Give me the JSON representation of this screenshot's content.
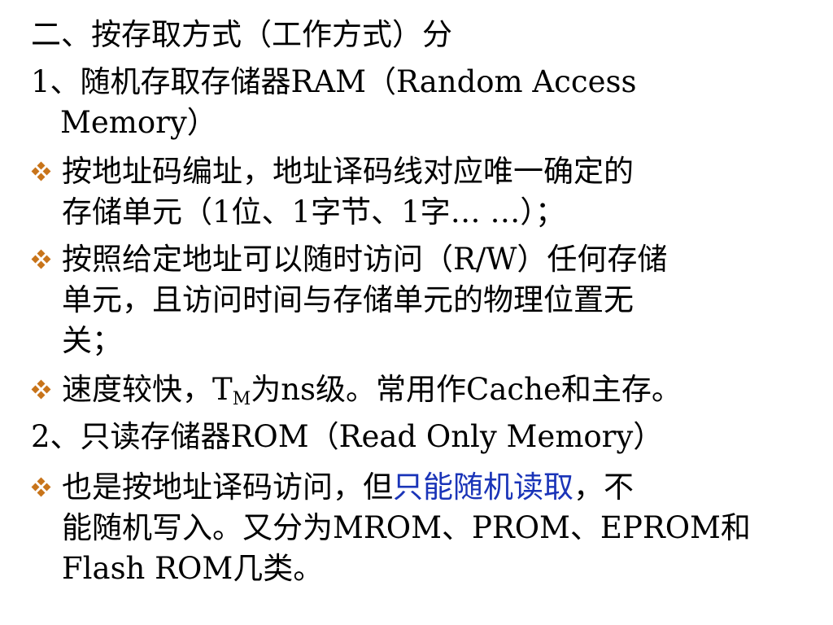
{
  "slide": {
    "heading": "二、按存取方式（工作方式）分",
    "section1": {
      "title_line1": "1、随机存取存储器RAM（Random Access",
      "title_line2": "Memory）",
      "bullets": [
        {
          "lines": [
            "按地址码编址，地址译码线对应唯一确定的",
            "存储单元（1位、1字节、1字… …）；"
          ]
        },
        {
          "lines": [
            "按照给定地址可以随时访问（R/W）任何存储",
            "单元，且访问时间与存储单元的物理位置无",
            "关；"
          ]
        },
        {
          "prefix": "速度较快，T",
          "subscript": "M",
          "suffix": "为ns级。常用作Cache和主存。"
        }
      ]
    },
    "section2": {
      "title": "2、只读存储器ROM（Read Only Memory）",
      "bullet": {
        "line1_before": "也是按地址译码访问，但",
        "line1_highlight": "只能随机读取",
        "line1_after": "，不",
        "line2": "能随机写入。又分为MROM、PROM、EPROM和",
        "line3": "Flash ROM几类。"
      }
    },
    "colors": {
      "text": "#000000",
      "highlight": "#1a34b8",
      "bullet": "#c8741a"
    }
  }
}
